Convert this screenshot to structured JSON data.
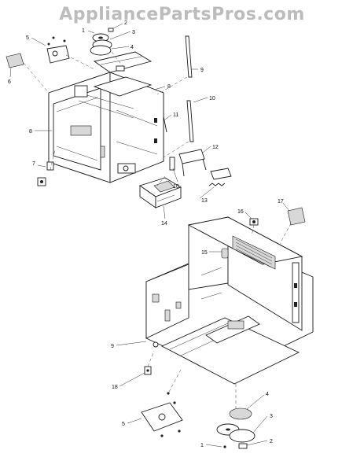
{
  "watermark": "AppliancePartsPros.com",
  "callouts": {
    "c1a": "1",
    "c2a": "2",
    "c3a": "3",
    "c4a": "4",
    "c5a": "5",
    "c6": "6",
    "c7": "7",
    "c8a": "8",
    "c8b": "8",
    "c9a": "9",
    "c10a": "10",
    "c11": "11",
    "c12": "12",
    "c10b": "10",
    "c13": "13",
    "c14": "14",
    "c16": "16",
    "c17": "17",
    "c15": "15",
    "c9b": "9",
    "c18": "18",
    "c4b": "4",
    "c5b": "5",
    "c3b": "3",
    "c2b": "2",
    "c1b": "1"
  }
}
